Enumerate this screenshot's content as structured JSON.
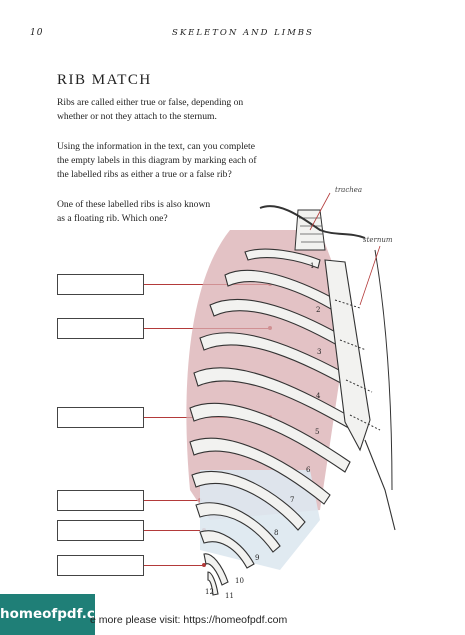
{
  "header": {
    "page_number": "10",
    "running_head": "SKELETON AND LIMBS"
  },
  "activity": {
    "title": "RIB MATCH",
    "paragraph_1": "Ribs are called either true or false, depending on whether or not they attach to the sternum.",
    "paragraph_2": "Using the information in the text, can you complete the empty labels in this diagram by marking each of the labelled ribs as either a true or a false rib?",
    "paragraph_3": "One of these labelled ribs is also known as a floating rib. Which one?"
  },
  "figure": {
    "callouts": {
      "trachea": "trachea",
      "sternum": "sternum"
    },
    "rib_numbers": [
      "1",
      "2",
      "3",
      "4",
      "5",
      "6",
      "7",
      "8",
      "9",
      "10",
      "11",
      "12"
    ],
    "colors": {
      "rib_fill": "#f2f2f0",
      "lung_fill": "#d9aeb2",
      "lower_fill": "#dde8ef",
      "outline": "#333333",
      "leader": "#b33a3a"
    }
  },
  "answer_boxes": [
    "",
    "",
    "",
    "",
    "",
    ""
  ],
  "footer": {
    "banner": "homeofpdf.com",
    "text": "e more please visit: https://homeofpdf.com"
  }
}
